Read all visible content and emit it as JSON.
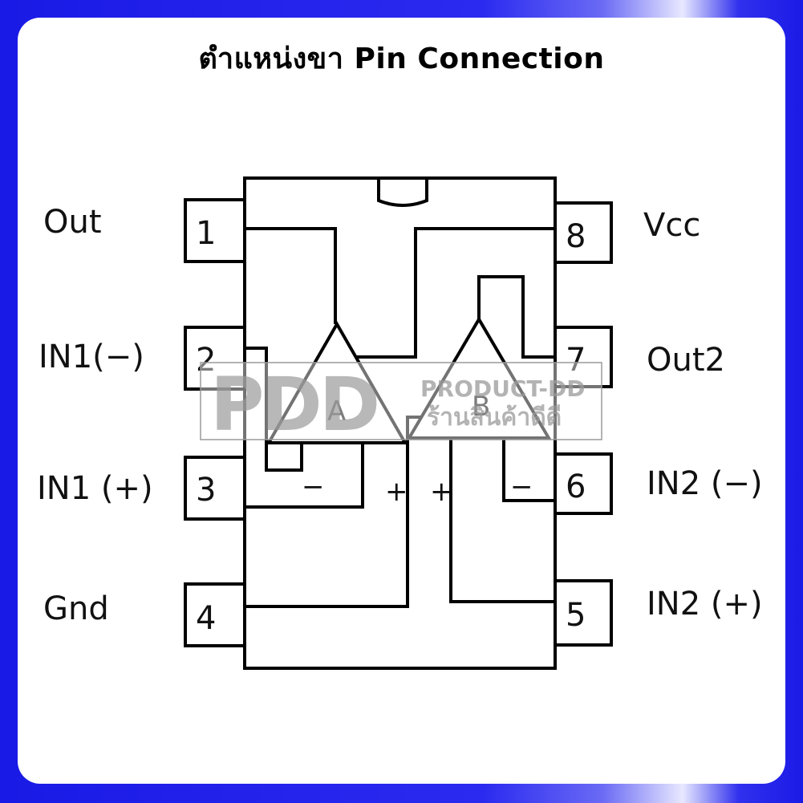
{
  "title": "ตำแหน่งขา Pin Connection",
  "pins": [
    {
      "number": "1",
      "label": "Out"
    },
    {
      "number": "2",
      "label": "IN1(−)"
    },
    {
      "number": "3",
      "label": "IN1 (+)"
    },
    {
      "number": "4",
      "label": "Gnd"
    },
    {
      "number": "5",
      "label": "IN2 (+)"
    },
    {
      "number": "6",
      "label": "IN2 (−)"
    },
    {
      "number": "7",
      "label": "Out2"
    },
    {
      "number": "8",
      "label": "Vcc"
    }
  ],
  "amplifiers": [
    {
      "name": "A",
      "minus": "−",
      "plus": "+"
    },
    {
      "name": "B",
      "minus": "−",
      "plus": "+"
    }
  ],
  "watermark": {
    "logo": "PDD",
    "line1": "PRODUCT-DD",
    "line2": "ร้านสินค้าดีดี"
  },
  "colors": {
    "border_blue": "#1a1ae6",
    "line": "#000000",
    "watermark": "#9a9a9a"
  }
}
